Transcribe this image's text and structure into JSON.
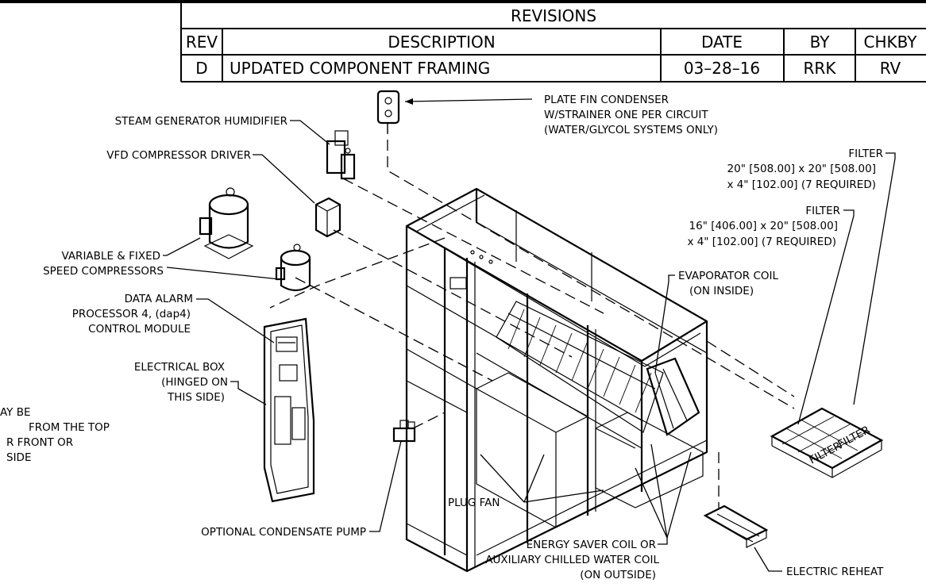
{
  "revisions": {
    "title": "REVISIONS",
    "headers": [
      "REV",
      "DESCRIPTION",
      "DATE",
      "BY",
      "CHKBY"
    ],
    "row": [
      "D",
      "UPDATED COMPONENT FRAMING",
      "03–28–16",
      "RRK",
      "RV"
    ]
  },
  "callouts": {
    "plate_fin": [
      "PLATE FIN CONDENSER",
      "W/STRAINER ONE PER CIRCUIT",
      "(WATER/GLYCOL SYSTEMS ONLY)"
    ],
    "humidifier": [
      "STEAM GENERATOR HUMIDIFIER"
    ],
    "vfd": [
      "VFD COMPRESSOR DRIVER"
    ],
    "compressors": [
      "VARIABLE & FIXED",
      "SPEED COMPRESSORS"
    ],
    "dap4": [
      "DATA ALARM",
      "PROCESSOR 4, (dap4)",
      "CONTROL MODULE"
    ],
    "electrical_box": [
      "ELECTRICAL BOX",
      "(HINGED ON",
      "THIS SIDE)"
    ],
    "side_note": [
      "AY BE",
      "FROM THE TOP",
      "R FRONT OR",
      "SIDE"
    ],
    "filter_1": [
      "FILTER",
      "20\" [508.00] x 20\" [508.00]",
      "x 4\" [102.00] (7 REQUIRED)"
    ],
    "filter_2": [
      "FILTER",
      "16\" [406.00] x 20\" [508.00]",
      "x 4\" [102.00] (7 REQUIRED)"
    ],
    "evaporator": [
      "EVAPORATOR COIL",
      "(ON INSIDE)"
    ],
    "plug_fan": [
      "PLUG FAN"
    ],
    "condensate_pump": [
      "OPTIONAL CONDENSATE PUMP"
    ],
    "energy_saver": [
      "ENERGY SAVER COIL OR",
      "AUXILIARY CHILLED WATER COIL",
      "(ON OUTSIDE)"
    ],
    "electric_reheat": [
      "ELECTRIC REHEAT"
    ],
    "filter_marking": [
      "FILTER",
      "FILTER"
    ]
  }
}
